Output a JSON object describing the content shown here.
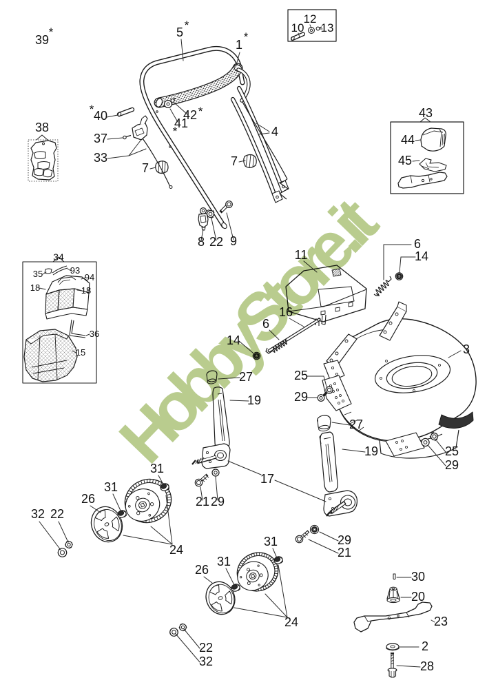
{
  "watermark": {
    "text": "HobbyStore.it",
    "color": "#b9cc8e"
  },
  "labels": {
    "p1": "1",
    "p2": "2",
    "p3": "3",
    "p4": "4",
    "p5": "5",
    "p6": "6",
    "p7": "7",
    "p8": "8",
    "p9": "9",
    "p10": "10",
    "p11": "11",
    "p12": "12",
    "p13": "13",
    "p14": "14",
    "p15": "15",
    "p16": "16",
    "p17": "17",
    "p18": "18",
    "p19": "19",
    "p20": "20",
    "p21": "21",
    "p22": "22",
    "p23": "23",
    "p24": "24",
    "p25": "25",
    "p26": "26",
    "p27": "27",
    "p28": "28",
    "p29": "29",
    "p30": "30",
    "p31": "31",
    "p32": "32",
    "p33": "33",
    "p34": "34",
    "p35": "35",
    "p36": "36",
    "p37": "37",
    "p38": "38",
    "p39": "39",
    "p40": "40",
    "p41": "41",
    "p42": "42",
    "p43": "43",
    "p44": "44",
    "p45": "45",
    "p93": "93",
    "p94": "94",
    "star": "*"
  }
}
